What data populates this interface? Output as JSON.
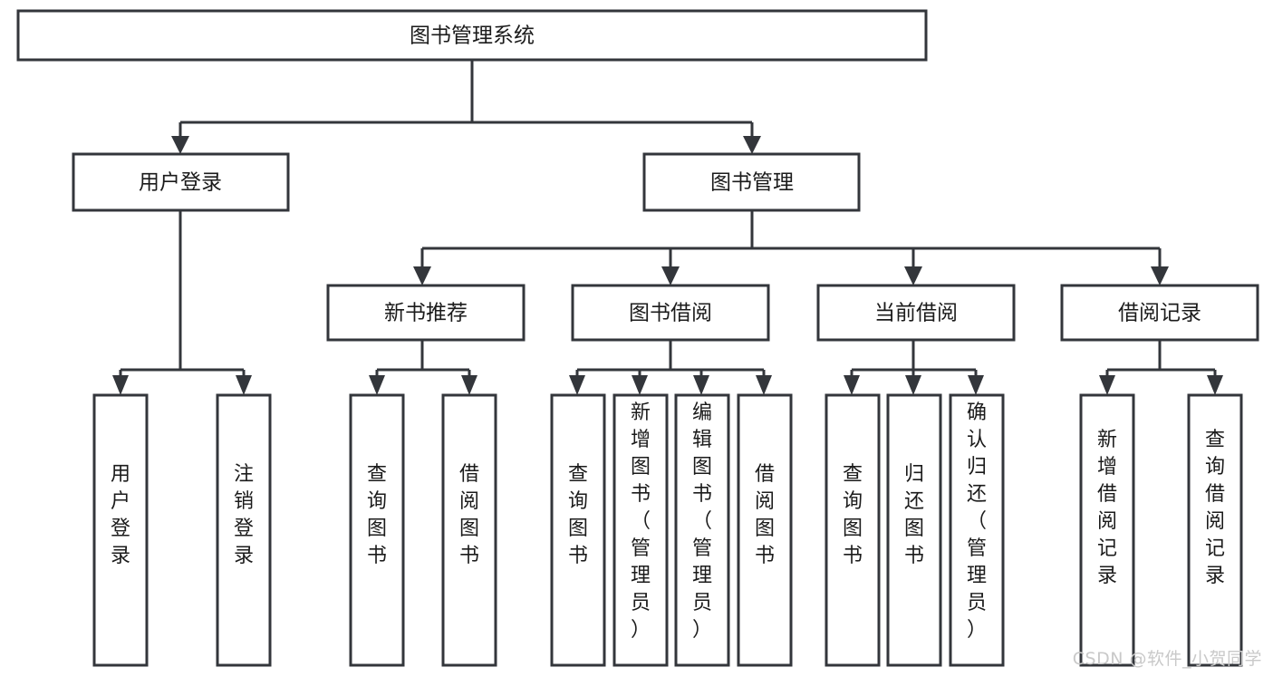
{
  "diagram": {
    "title": "图书管理系统",
    "type": "tree-hierarchy-functional-structure",
    "root": {
      "label": "图书管理系统"
    },
    "level2": [
      {
        "label": "用户登录"
      },
      {
        "label": "图书管理"
      }
    ],
    "level3": [
      {
        "label": "新书推荐"
      },
      {
        "label": "图书借阅"
      },
      {
        "label": "当前借阅"
      },
      {
        "label": "借阅记录"
      }
    ],
    "leaves": {
      "user_login": [
        {
          "label": "用户登录",
          "chars": [
            "用",
            "户",
            "登",
            "录"
          ]
        },
        {
          "label": "注销登录",
          "chars": [
            "注",
            "销",
            "登",
            "录"
          ]
        }
      ],
      "new_book_recommend": [
        {
          "label": "查询图书",
          "chars": [
            "查",
            "询",
            "图",
            "书"
          ]
        },
        {
          "label": "借阅图书",
          "chars": [
            "借",
            "阅",
            "图",
            "书"
          ]
        }
      ],
      "book_borrow": [
        {
          "label": "查询图书",
          "chars": [
            "查",
            "询",
            "图",
            "书"
          ]
        },
        {
          "label": "新增图书（管理员）",
          "chars": [
            "新",
            "增",
            "图",
            "书",
            "（",
            "管",
            "理",
            "员",
            "）"
          ]
        },
        {
          "label": "编辑图书（管理员）",
          "chars": [
            "编",
            "辑",
            "图",
            "书",
            "（",
            "管",
            "理",
            "员",
            "）"
          ]
        },
        {
          "label": "借阅图书",
          "chars": [
            "借",
            "阅",
            "图",
            "书"
          ]
        }
      ],
      "current_borrow": [
        {
          "label": "查询图书",
          "chars": [
            "查",
            "询",
            "图",
            "书"
          ]
        },
        {
          "label": "归还图书",
          "chars": [
            "归",
            "还",
            "图",
            "书"
          ]
        },
        {
          "label": "确认归还（管理员）",
          "chars": [
            "确",
            "认",
            "归",
            "还",
            "（",
            "管",
            "理",
            "员",
            "）"
          ]
        }
      ],
      "borrow_record": [
        {
          "label": "新增借阅记录",
          "chars": [
            "新",
            "增",
            "借",
            "阅",
            "记",
            "录"
          ]
        },
        {
          "label": "查询借阅记录",
          "chars": [
            "查",
            "询",
            "借",
            "阅",
            "记",
            "录"
          ]
        }
      ]
    },
    "watermark": "CSDN @软件_小贺同学",
    "colors": {
      "background": "#ffffff",
      "stroke": "#33363b",
      "text": "#1b1b1b",
      "watermark": "#c9c9c9"
    }
  }
}
